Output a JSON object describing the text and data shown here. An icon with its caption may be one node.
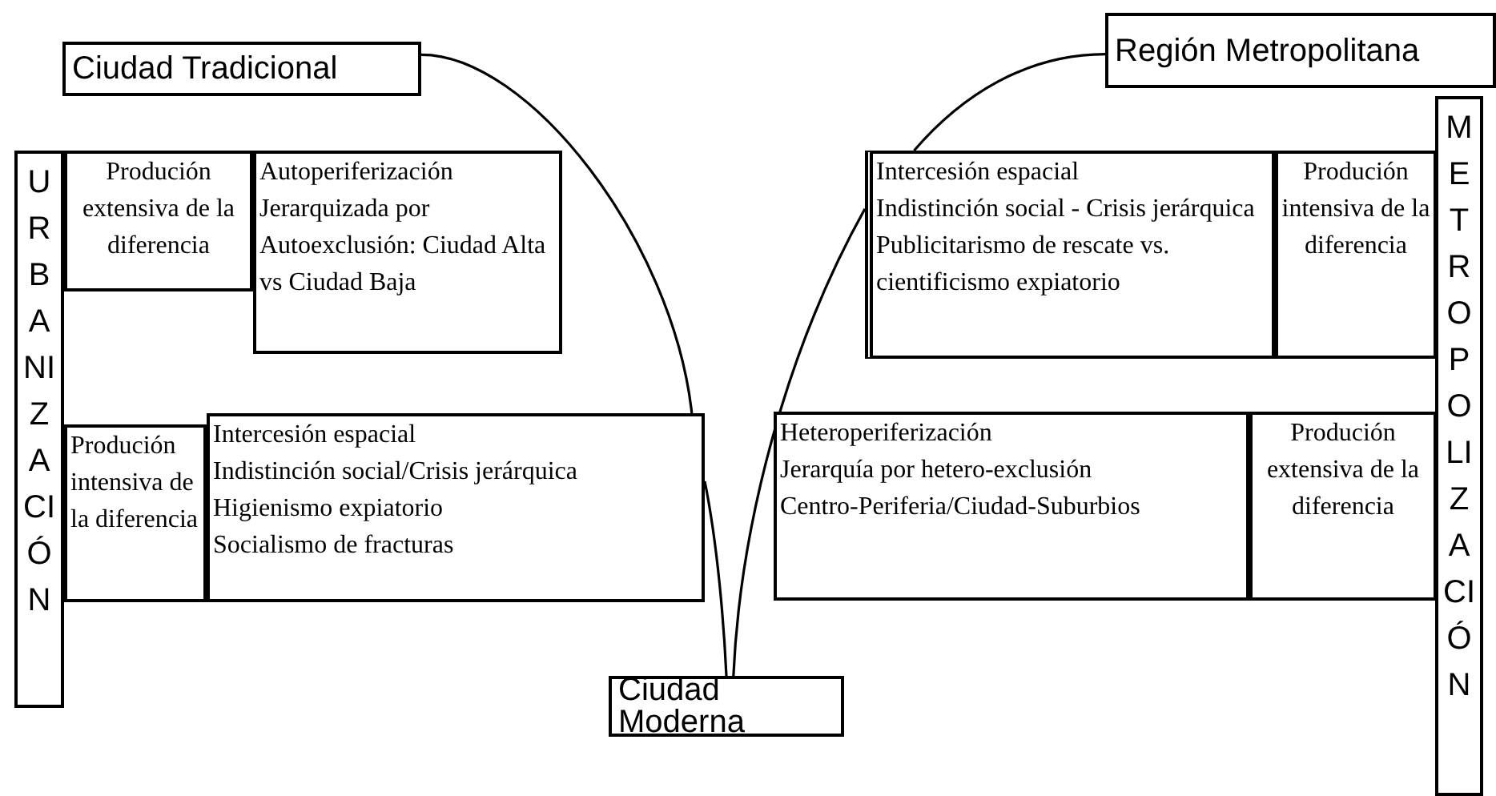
{
  "diagram": {
    "nodes": [
      {
        "text": [
          "Ciudad Tradicional"
        ]
      },
      {
        "text": [
          "URBANIZACIÓN"
        ]
      },
      {
        "text": [
          "Produción extensiva de la diferencia"
        ]
      },
      {
        "text": [
          "Autoperiferización",
          "Jerarquizada por Autoexclusión: Ciudad Alta vs Ciudad Baja"
        ]
      },
      {
        "text": [
          "Produción intensiva de la diferencia"
        ]
      },
      {
        "text": [
          "Intercesión espacial",
          "Indistinción social/Crisis jerárquica",
          "Higienismo expiatorio",
          "Socialismo de fracturas"
        ]
      },
      {
        "text": [
          "Ciudad Moderna"
        ]
      },
      {
        "text": [
          "Región Metropolitana"
        ]
      },
      {
        "text": [
          "METROPOLIZACIÓN"
        ]
      },
      {
        "text": [
          "Intercesión espacial",
          "Indistinción social - Crisis jerárquica",
          "Publicitarismo de rescate vs. cientificismo expiatorio"
        ]
      },
      {
        "text": [
          "Produción intensiva de la diferencia"
        ]
      },
      {
        "text": [
          "Heteroperiferización",
          "Jerarquía por hetero-exclusión",
          "Centro-Periferia/Ciudad-Suburbios"
        ]
      },
      {
        "text": [
          "Produción extensiva de la diferencia"
        ]
      }
    ],
    "edges": [
      {
        "from": 0,
        "to": 5,
        "arrow": "none"
      },
      {
        "from": 5,
        "to": 6,
        "arrow": "none"
      },
      {
        "from": 7,
        "to": 9,
        "arrow": "none"
      },
      {
        "from": 9,
        "to": 6,
        "arrow": "none"
      }
    ]
  }
}
